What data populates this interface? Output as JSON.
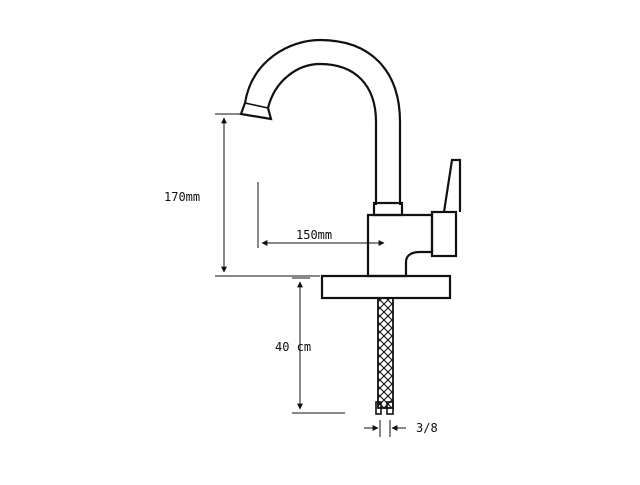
{
  "diagram": {
    "dimensions": {
      "spout_height": "170mm",
      "spout_reach": "150mm",
      "hose_length": "40 cm",
      "hose_connection": "3/8"
    },
    "colors": {
      "line": "#111111",
      "background": "#ffffff"
    }
  }
}
